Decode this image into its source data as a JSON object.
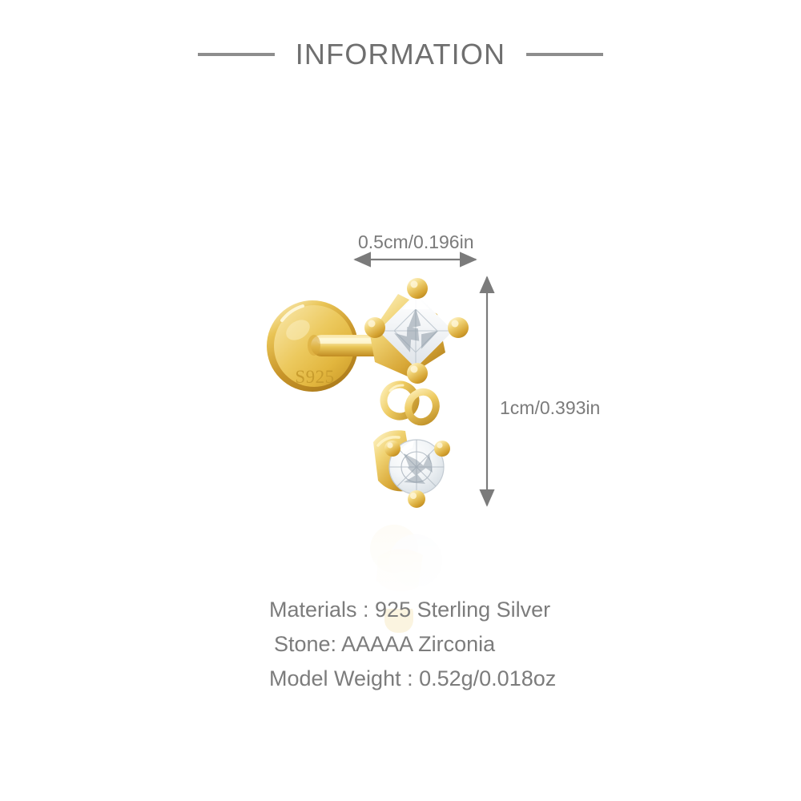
{
  "header": {
    "title": "INFORMATION",
    "rule_color": "#8d8d8d",
    "title_color": "#6f6f6f"
  },
  "product": {
    "name": "flat-back-labret-stud-with-dangle",
    "stamp": "S925",
    "parts": [
      "flat-disc-back",
      "threaded-post-bar",
      "square-princess-cut-cubic-zirconia",
      "interlocking-jump-rings",
      "round-brilliant-cubic-zirconia-drop"
    ],
    "metal_color": "#e8b63c",
    "stone_color": "#ffffff"
  },
  "dimensions": {
    "width_label": "0.5cm/0.196in",
    "height_label": "1cm/0.393in",
    "arrow_color": "#7b7b7b"
  },
  "specs": [
    {
      "label": "Materials : 925 Sterling Silver",
      "indent": false
    },
    {
      "label": "Stone: AAAAA Zirconia",
      "indent": true
    },
    {
      "label": "Model Weight : 0.52g/0.018oz",
      "indent": false
    }
  ],
  "background_color": "#ffffff"
}
